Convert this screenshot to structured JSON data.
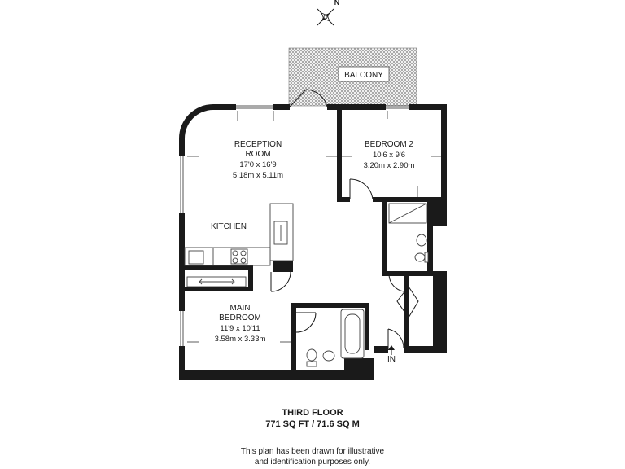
{
  "compass": {
    "north_label": "N",
    "icon": "compass-rose-icon"
  },
  "rooms": {
    "balcony": {
      "name": "BALCONY"
    },
    "reception": {
      "name_line1": "RECEPTION",
      "name_line2": "ROOM",
      "imperial": "17'0 x 16'9",
      "metric": "5.18m x 5.11m"
    },
    "bedroom2": {
      "name": "BEDROOM 2",
      "imperial": "10'6 x 9'6",
      "metric": "3.20m x 2.90m"
    },
    "kitchen": {
      "name": "KITCHEN"
    },
    "main_bedroom": {
      "name_line1": "MAIN",
      "name_line2": "BEDROOM",
      "imperial": "11'9 x 10'11",
      "metric": "3.58m x 3.33m"
    }
  },
  "entrance_label": "IN",
  "footer": {
    "floor": "THIRD FLOOR",
    "area": "771 SQ FT / 71.6 SQ M",
    "disclaimer_line1": "This plan has been drawn for illustrative",
    "disclaimer_line2": "and identification purposes only."
  },
  "colors": {
    "wall": "#1a1a1a",
    "balcony_hatch": "#9a9a9a",
    "fixture": "#444444"
  }
}
